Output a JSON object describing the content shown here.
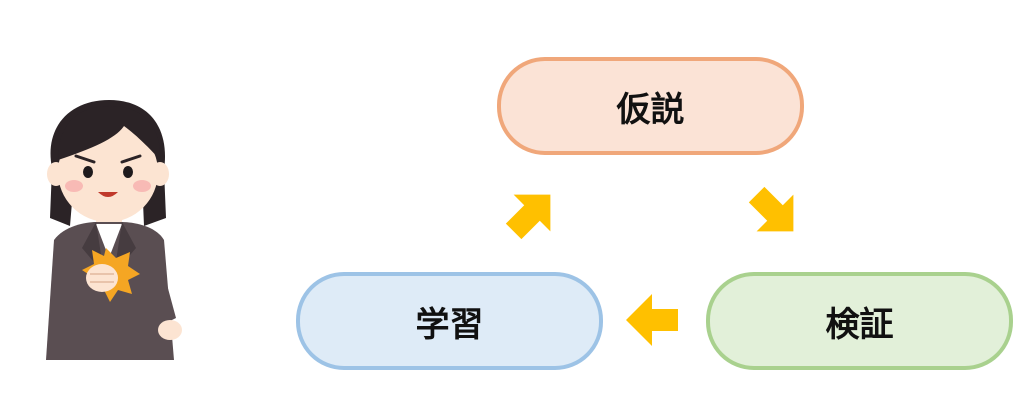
{
  "diagram": {
    "nodes": [
      {
        "id": "hypothesis",
        "label": "仮説",
        "fill": "#fbe3d6",
        "stroke": "#f0a77a"
      },
      {
        "id": "verification",
        "label": "検証",
        "fill": "#e2f0d9",
        "stroke": "#a9d18e"
      },
      {
        "id": "learning",
        "label": "学習",
        "fill": "#deebf7",
        "stroke": "#9dc3e6"
      }
    ],
    "arrow_color": "#ffc000"
  },
  "illustration": {
    "icon": "businesswoman-fist-pump-icon",
    "hair_color": "#2b2326",
    "suit_color": "#5a4e52",
    "skin_color": "#fce4d2",
    "sparkle_color": "#f5a623"
  }
}
